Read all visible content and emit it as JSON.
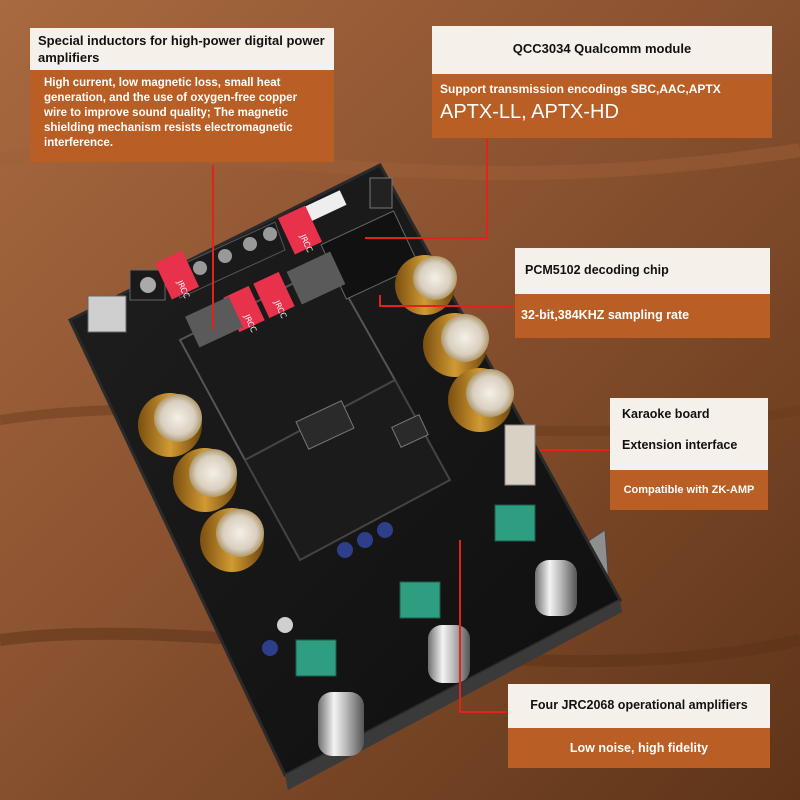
{
  "callouts": {
    "inductors": {
      "title": "Special inductors for high-power digital power amplifiers",
      "body": "High current, low magnetic loss, small heat generation, and the use of oxygen-free copper wire to improve sound quality; The magnetic shielding mechanism resists electromagnetic interference."
    },
    "qcc": {
      "title": "QCC3034 Qualcomm module",
      "line1": "Support transmission encodings SBC,AAC,APTX",
      "line2": "APTX-LL, APTX-HD"
    },
    "pcm": {
      "title": "PCM5102 decoding chip",
      "body": "32-bit,384KHZ sampling rate"
    },
    "karaoke": {
      "line1": "Karaoke board",
      "line2": "Extension interface",
      "line3": "Compatible with ZK-AMP"
    },
    "opamp": {
      "title": "Four JRC2068 operational amplifiers",
      "body": "Low noise, high fidelity"
    }
  },
  "board": {
    "silkscreen": [
      "JRCC",
      "JRCC",
      "JRCC",
      "JRCC"
    ]
  },
  "colors": {
    "accent": "#b95e24",
    "leader": "#e2231a",
    "panel": "#f6f0ea"
  }
}
